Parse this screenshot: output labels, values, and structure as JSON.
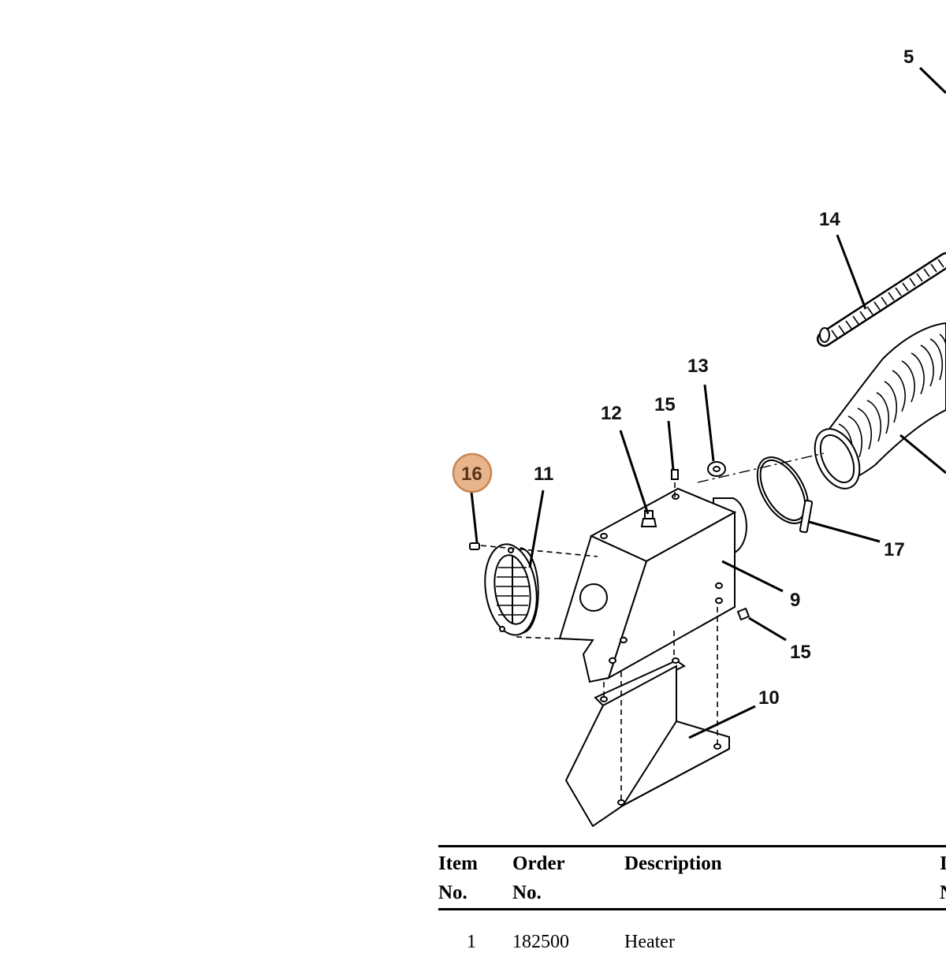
{
  "callouts": {
    "c5": "5",
    "c14": "14",
    "c13": "13",
    "c12": "12",
    "c15a": "15",
    "c16": "16",
    "c11": "11",
    "c17": "17",
    "c9": "9",
    "c15b": "15",
    "c10": "10"
  },
  "highlight_color": "#e8b48c",
  "table": {
    "headers": {
      "item_line1": "Item",
      "item_line2": "No.",
      "order_line1": "Order",
      "order_line2": "No.",
      "description": "Description",
      "cut_line1": "I",
      "cut_line2": "N"
    },
    "rows": [
      {
        "item": "1",
        "order": "182500",
        "description": "Heater"
      }
    ]
  }
}
